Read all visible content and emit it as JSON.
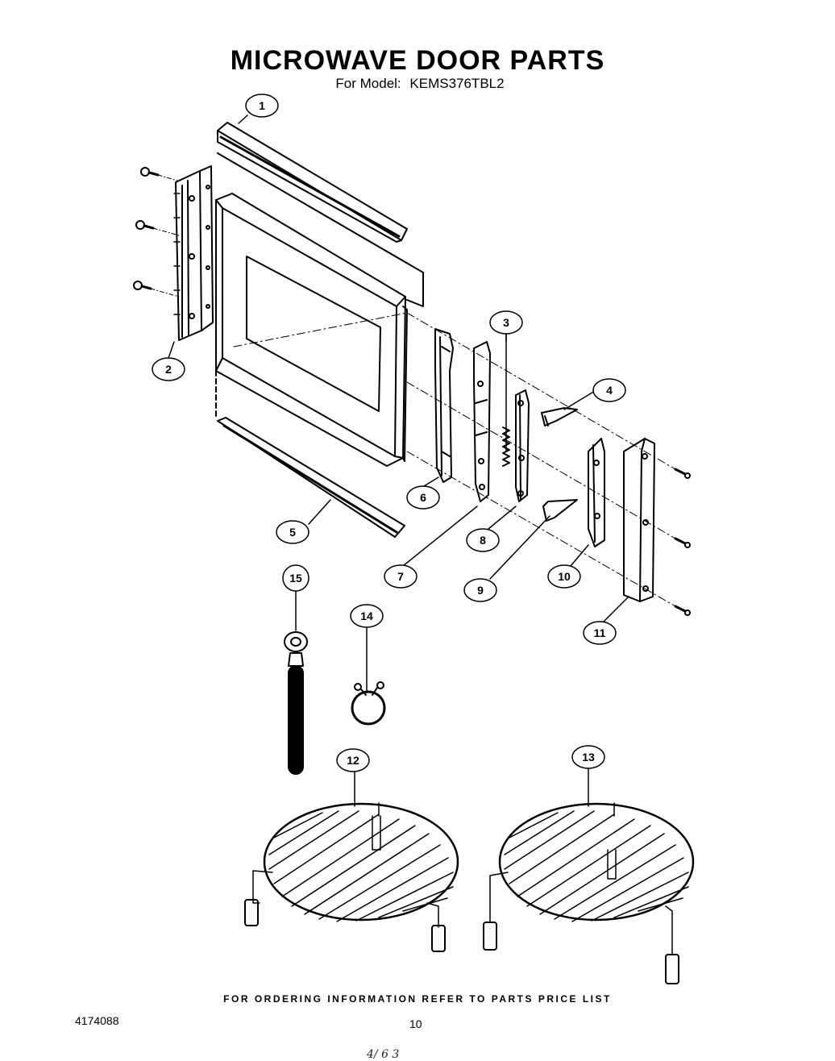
{
  "title": "MICROWAVE DOOR PARTS",
  "model_label": "For Model:",
  "model_number": "KEMS376TBL2",
  "callouts": [
    "1",
    "2",
    "3",
    "4",
    "5",
    "6",
    "7",
    "8",
    "9",
    "10",
    "11",
    "12",
    "13",
    "14",
    "15"
  ],
  "footer_note": "FOR ORDERING INFORMATION REFER TO PARTS PRICE LIST",
  "doc_number": "4174088",
  "page_number": "10",
  "handwritten_note": "4/  6  3"
}
